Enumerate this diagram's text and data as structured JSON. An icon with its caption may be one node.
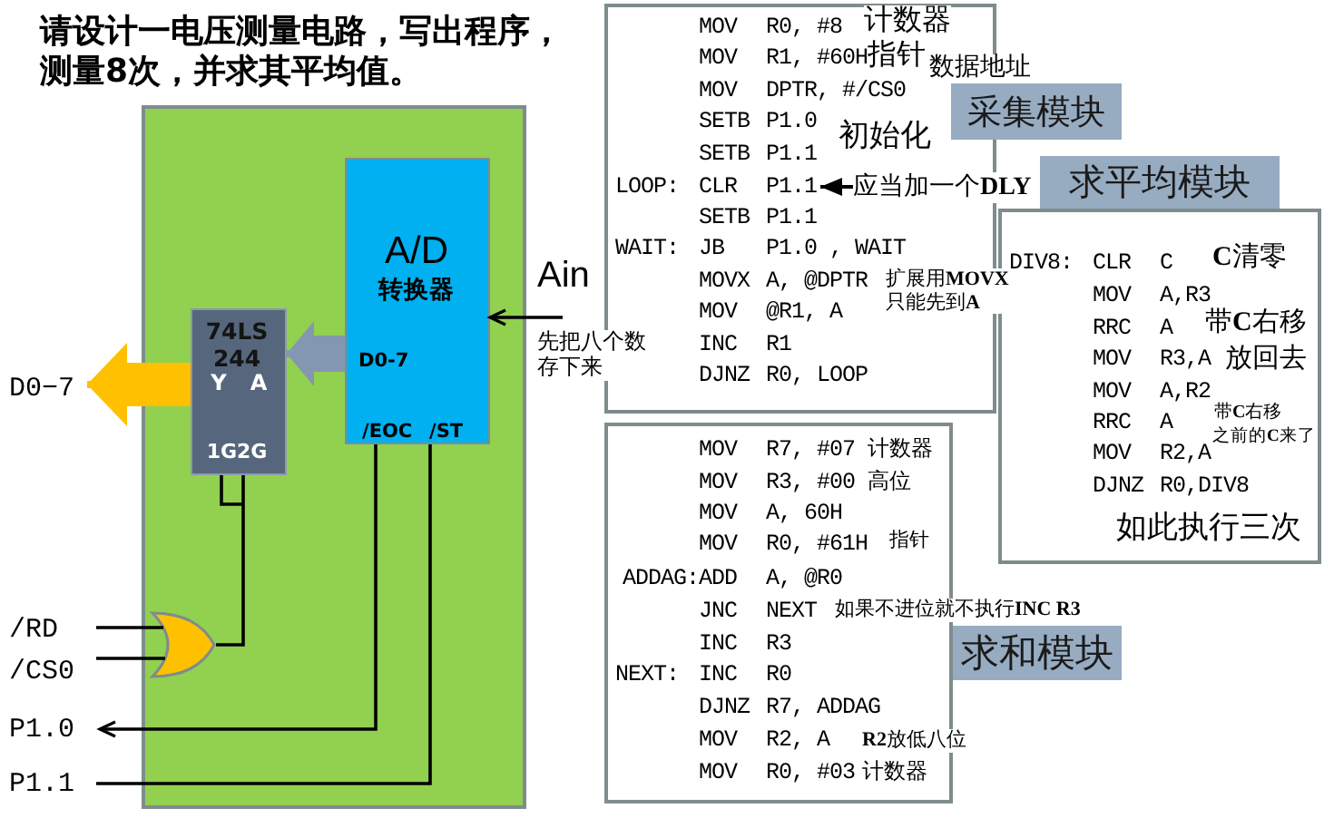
{
  "diagram": {
    "title": "请设计一电压测量电路，写出程序，测量8次，并求其平均值。",
    "nodes": [
      {
        "text": [],
        "shape": "box"
      },
      {
        "text": [
          "A/D",
          "转换器",
          "D0-7",
          "/EOC",
          "/ST"
        ],
        "in": 0
      },
      {
        "text": [
          "74LS 244",
          "Y",
          "A",
          "1G2G"
        ],
        "in": 0
      },
      {
        "text": [],
        "shape": "gate",
        "in": 0
      },
      {
        "text": [
          "D0−7"
        ]
      },
      {
        "text": [
          "/RD"
        ]
      },
      {
        "text": [
          "/CS0"
        ]
      },
      {
        "text": [
          "P1.0"
        ]
      },
      {
        "text": [
          "P1.1"
        ]
      },
      {
        "text": [
          "Ain"
        ]
      },
      {
        "text": [
          "MOV R0, #8",
          "计数器",
          "MOV R1, #60H",
          "指针",
          "MOV DPTR, #/CS0",
          "数据地址",
          "SETB P1.0",
          "初始化",
          "SETB P1.1",
          "LOOP: CLR P1.1",
          "SETB P1.1",
          "WAIT: JB P1.0 , WAIT",
          "MOVX A, @DPTR",
          "扩展用**MOVX**只能先到**A**",
          "MOV @R1, A",
          "INC R1",
          "DJNZ R0, LOOP"
        ],
        "beside": [
          "先把八个数存下来"
        ]
      },
      {
        "text": [
          "应当加一个**DLY**"
        ]
      },
      {
        "text": [
          "采集模块"
        ]
      },
      {
        "text": [
          "求平均模块"
        ]
      },
      {
        "text": [
          "DIV8: CLR C",
          "**C**清零",
          "MOV A,R3",
          "RRC A",
          "带**C**右移",
          "MOV R3,A",
          "放回去",
          "MOV A,R2",
          "RRC A",
          "带**C**右移",
          "之前的**C**来了",
          "MOV R2,A",
          "DJNZ R0,DIV8",
          "如此执行三次"
        ]
      },
      {
        "text": [
          "MOV R7, #07",
          "计数器",
          "MOV R3, #00",
          "高位",
          "MOV A, 60H",
          "MOV R0, #61H",
          "指针",
          "ADDAG:ADD A, @R0",
          "JNC NEXT",
          "如果不进位就不执行**INC R3**",
          "INC R3",
          "NEXT: INC R0",
          "DJNZ R7, ADDAG",
          "MOV R2, A",
          "**R2**放低八位",
          "MOV R0, #03",
          "计数器"
        ]
      },
      {
        "text": [
          "求和模块"
        ]
      }
    ],
    "edges": [
      {
        "from": 1,
        "to": 2,
        "arrow": "to",
        "style": "thick",
        "color": "#8497b0"
      },
      {
        "from": 2,
        "to": 4,
        "arrow": "to",
        "style": "thick",
        "color": "#ffc000"
      },
      {
        "from": 3,
        "to": 2,
        "arrow": "none"
      },
      {
        "from": 5,
        "to": 3,
        "arrow": "none"
      },
      {
        "from": 6,
        "to": 3,
        "arrow": "none"
      },
      {
        "from": 1,
        "to": 7,
        "arrow": "to"
      },
      {
        "from": 8,
        "to": 1,
        "arrow": "none"
      },
      {
        "from": 9,
        "to": 1,
        "arrow": "to"
      },
      {
        "from": 11,
        "to": null,
        "arrow": "to"
      }
    ]
  }
}
